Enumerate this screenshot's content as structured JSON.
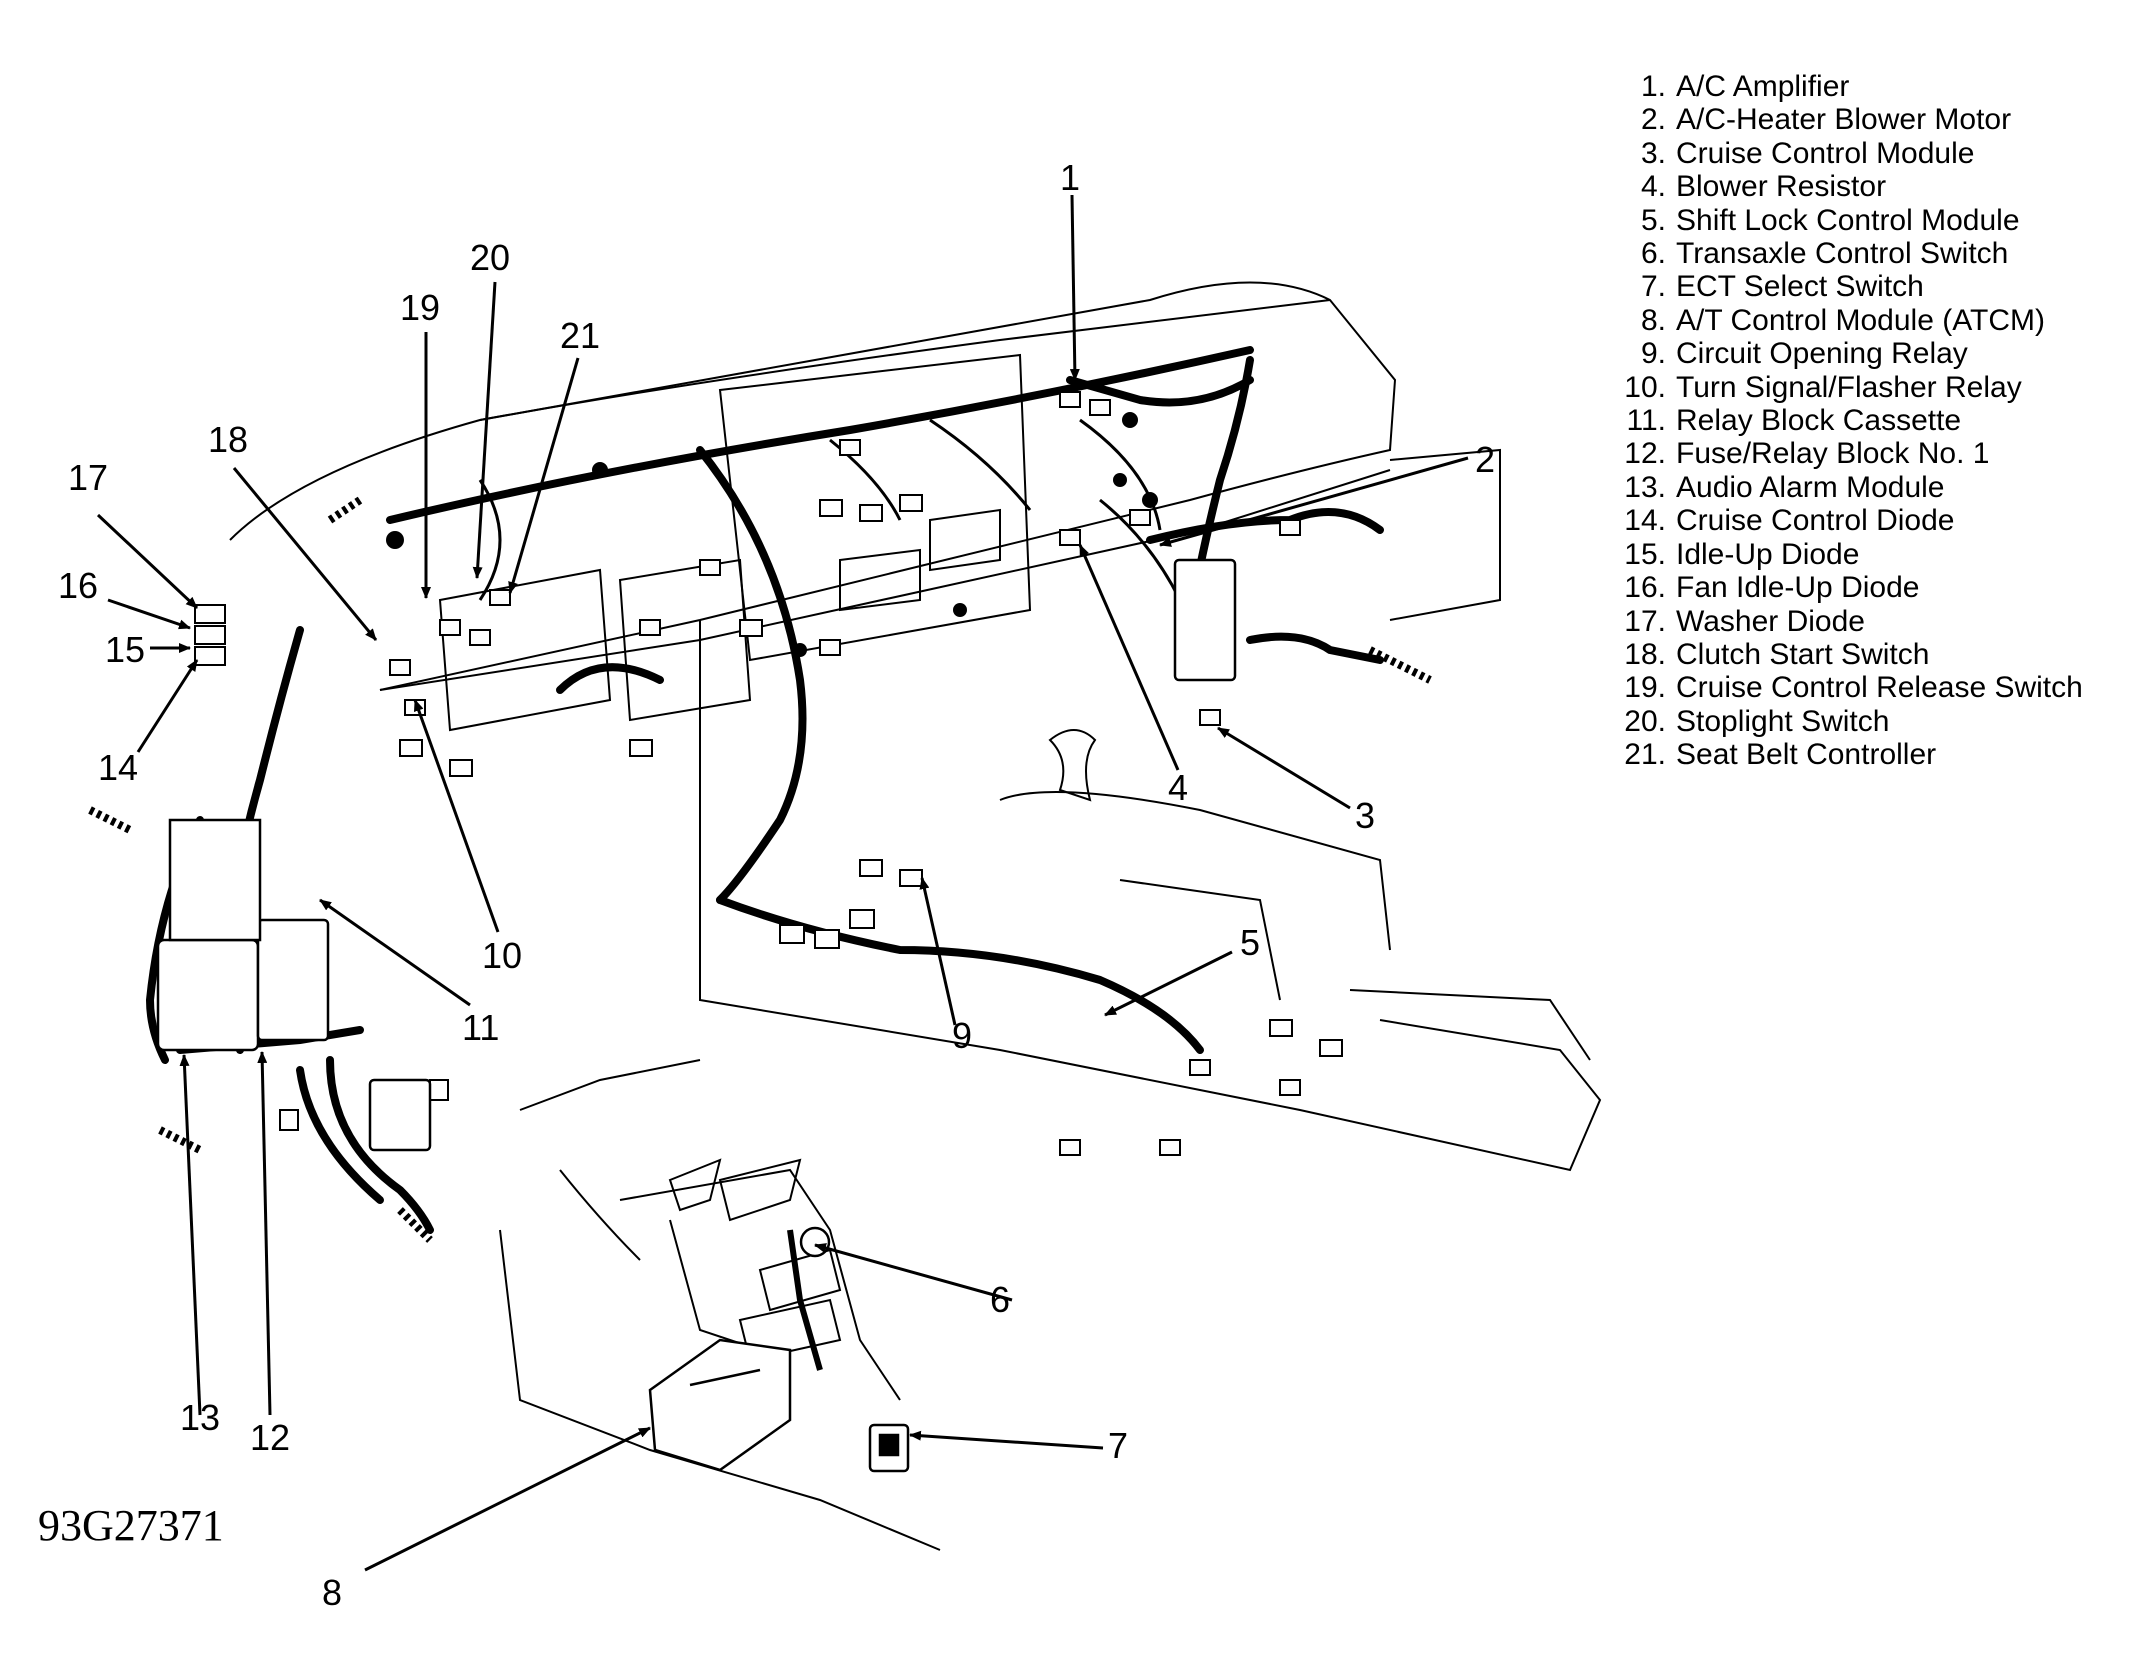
{
  "figure_id": "93G27371",
  "legend": [
    {
      "num": "1.",
      "label": "A/C Amplifier"
    },
    {
      "num": "2.",
      "label": "A/C-Heater Blower Motor"
    },
    {
      "num": "3.",
      "label": "Cruise Control Module"
    },
    {
      "num": "4.",
      "label": "Blower Resistor"
    },
    {
      "num": "5.",
      "label": "Shift Lock Control Module"
    },
    {
      "num": "6.",
      "label": "Transaxle Control Switch"
    },
    {
      "num": "7.",
      "label": "ECT Select Switch"
    },
    {
      "num": "8.",
      "label": "A/T Control Module (ATCM)"
    },
    {
      "num": "9.",
      "label": "Circuit Opening Relay"
    },
    {
      "num": "10.",
      "label": "Turn Signal/Flasher Relay"
    },
    {
      "num": "11.",
      "label": "Relay Block Cassette"
    },
    {
      "num": "12.",
      "label": "Fuse/Relay Block No. 1"
    },
    {
      "num": "13.",
      "label": "Audio Alarm Module"
    },
    {
      "num": "14.",
      "label": "Cruise Control Diode"
    },
    {
      "num": "15.",
      "label": "Idle-Up Diode"
    },
    {
      "num": "16.",
      "label": "Fan Idle-Up Diode"
    },
    {
      "num": "17.",
      "label": "Washer Diode"
    },
    {
      "num": "18.",
      "label": "Clutch Start Switch"
    },
    {
      "num": "19.",
      "label": "Cruise Control Release Switch"
    },
    {
      "num": "20.",
      "label": "Stoplight Switch"
    },
    {
      "num": "21.",
      "label": "Seat Belt Controller"
    }
  ],
  "callouts": {
    "c1": "1",
    "c2": "2",
    "c3": "3",
    "c4": "4",
    "c5": "5",
    "c6": "6",
    "c7": "7",
    "c8": "8",
    "c9": "9",
    "c10": "10",
    "c11": "11",
    "c12": "12",
    "c13": "13",
    "c14": "14",
    "c15": "15",
    "c16": "16",
    "c17": "17",
    "c18": "18",
    "c19": "19",
    "c20": "20",
    "c21": "21"
  }
}
